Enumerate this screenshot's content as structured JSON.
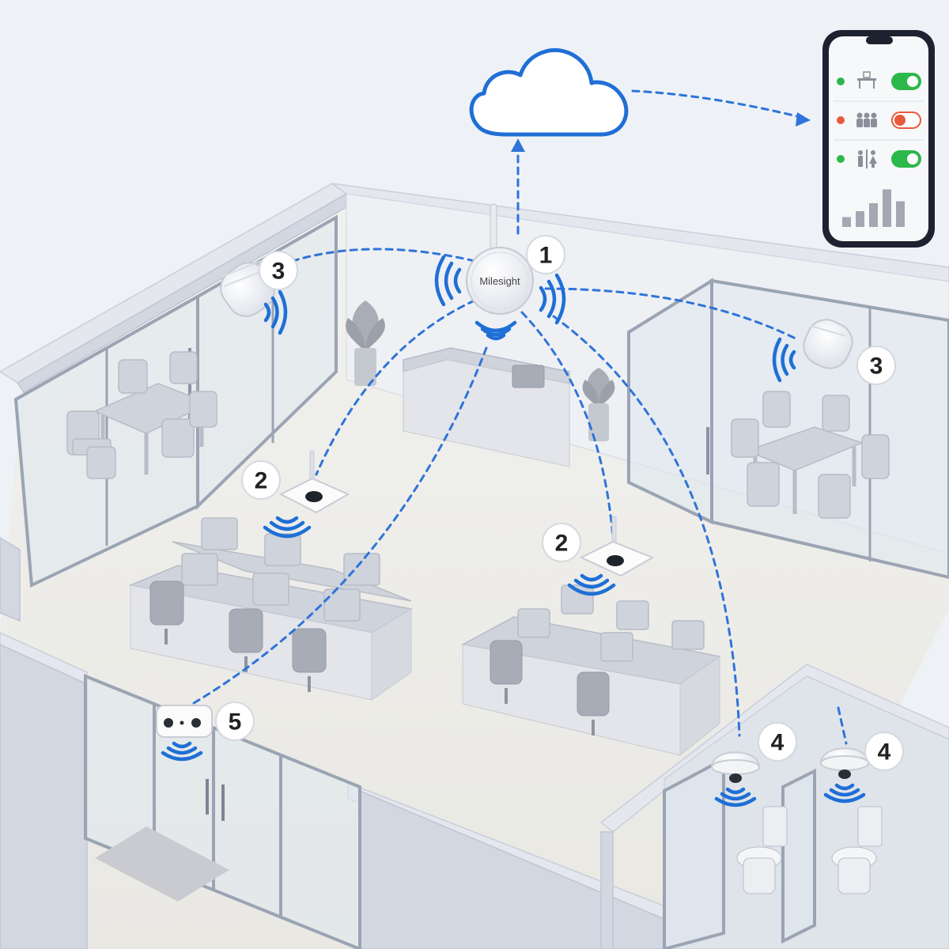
{
  "diagram": {
    "gateway": {
      "number": "1",
      "brand_label": "Milesight",
      "icon": "lorawan-gateway-icon"
    },
    "cloud": {
      "icon": "cloud-icon",
      "color": "#1f6fd6"
    },
    "phone": {
      "rows": [
        {
          "status_color": "#2db84b",
          "icon": "desk-icon",
          "toggle_color": "#2db84b",
          "toggle_on": true
        },
        {
          "status_color": "#e85a3c",
          "icon": "people-icon",
          "toggle_color": "#e85a3c",
          "toggle_on": false
        },
        {
          "status_color": "#2db84b",
          "icon": "restroom-icon",
          "toggle_color": "#2db84b",
          "toggle_on": true
        }
      ],
      "bar_chart_icon": "bar-chart-icon",
      "bar_levels": [
        0.25,
        0.4,
        0.6,
        0.95,
        0.65
      ]
    },
    "sensors": [
      {
        "number": "3",
        "type": "ceiling-sensor",
        "icon": "ceiling-sensor-icon"
      },
      {
        "number": "3",
        "type": "ceiling-sensor",
        "icon": "ceiling-sensor-icon"
      },
      {
        "number": "2",
        "type": "desk-sensor",
        "icon": "desk-sensor-icon"
      },
      {
        "number": "2",
        "type": "desk-sensor",
        "icon": "desk-sensor-icon"
      },
      {
        "number": "5",
        "type": "door-counter",
        "icon": "people-counter-icon"
      },
      {
        "number": "4",
        "type": "restroom-sensor",
        "icon": "restroom-sensor-icon"
      },
      {
        "number": "4",
        "type": "restroom-sensor",
        "icon": "restroom-sensor-icon"
      }
    ],
    "colors": {
      "link_blue": "#2f74d9",
      "wave_blue": "#1f6fd6",
      "status_green": "#2db84b",
      "status_red": "#e85a3c"
    }
  }
}
